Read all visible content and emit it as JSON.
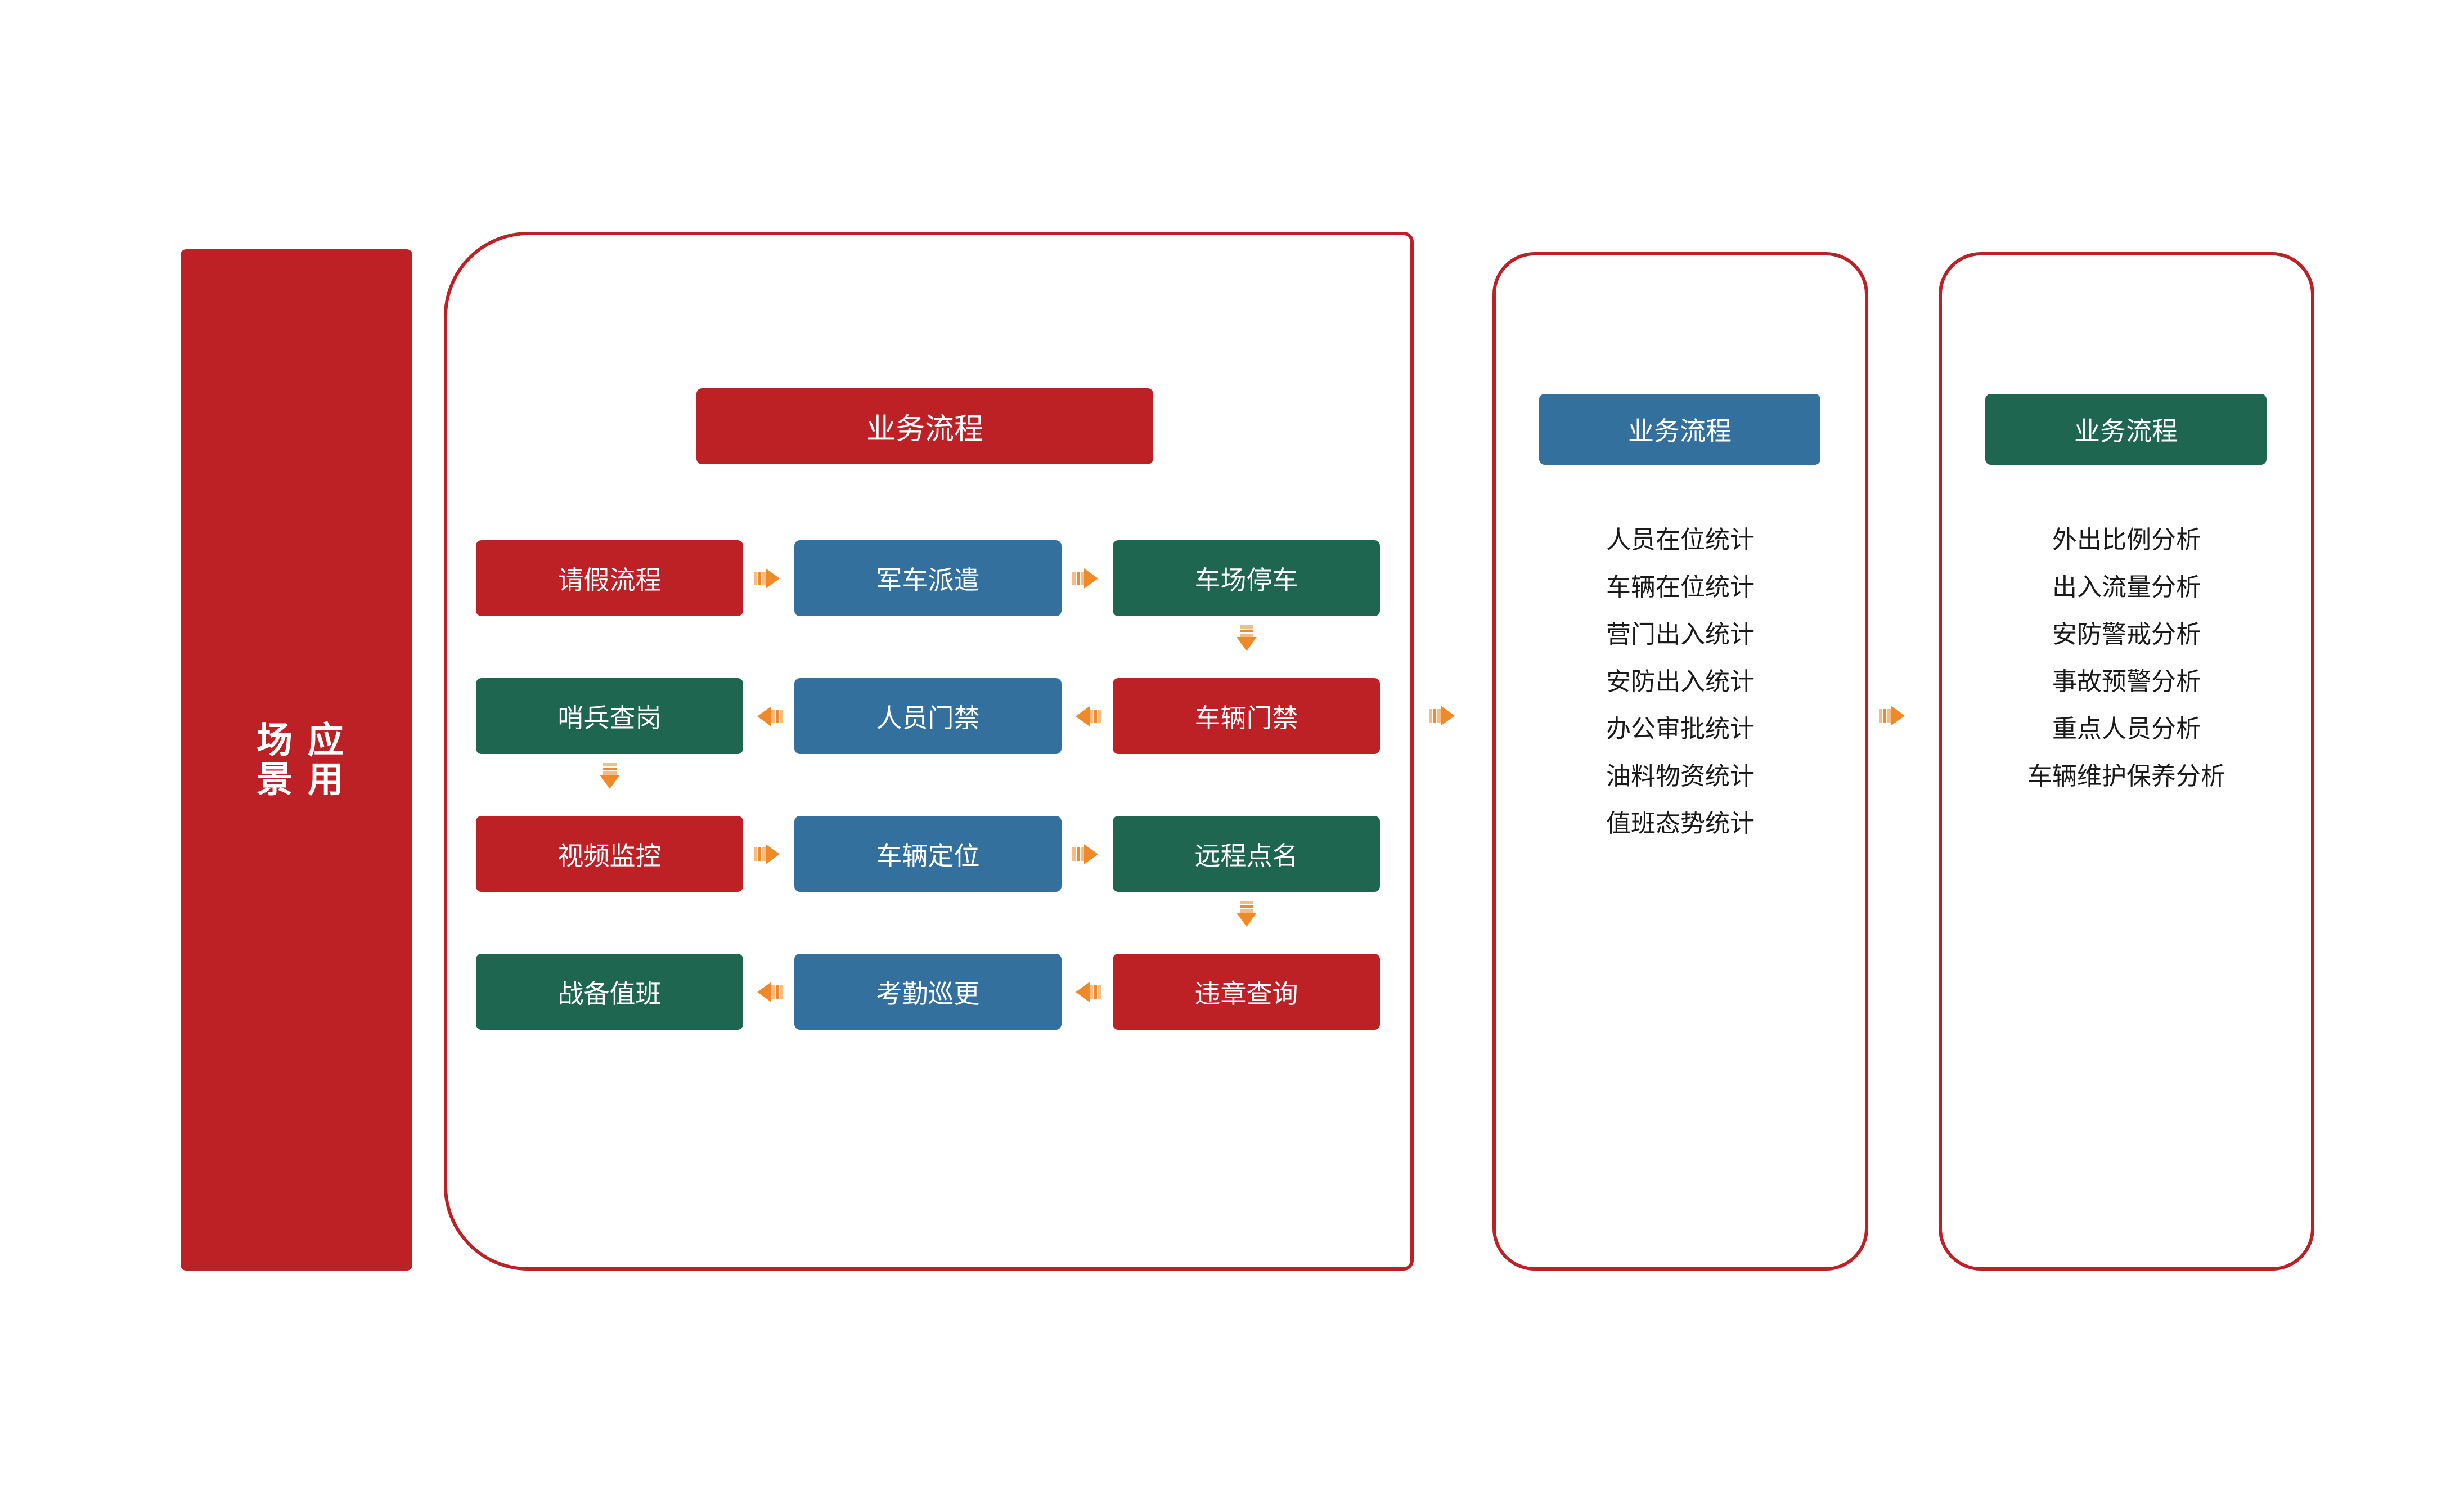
{
  "diagram": {
    "side_banner": {
      "label": "应用\n场景",
      "label_chars": "应用场景",
      "color": "#bd2025"
    },
    "colors": {
      "red": "#bd2025",
      "blue": "#33709e",
      "green": "#1f6650",
      "arrow_orange": "#f08a28",
      "arrow_orange_light": "#f7bc85",
      "background": "#ffffff",
      "text_dark": "#1a1a1a",
      "text_light": "#ffffff"
    },
    "flow_panel": {
      "title": "业务流程",
      "title_color": "#bd2025",
      "rows": [
        {
          "direction": "right",
          "cells": [
            {
              "label": "请假流程",
              "color": "red"
            },
            {
              "label": "军车派遣",
              "color": "blue"
            },
            {
              "label": "车场停车",
              "color": "green"
            }
          ]
        },
        {
          "direction": "left",
          "cells": [
            {
              "label": "哨兵查岗",
              "color": "green"
            },
            {
              "label": "人员门禁",
              "color": "blue"
            },
            {
              "label": "车辆门禁",
              "color": "red"
            }
          ]
        },
        {
          "direction": "right",
          "cells": [
            {
              "label": "视频监控",
              "color": "red"
            },
            {
              "label": "车辆定位",
              "color": "blue"
            },
            {
              "label": "远程点名",
              "color": "green"
            }
          ]
        },
        {
          "direction": "left",
          "cells": [
            {
              "label": "战备值班",
              "color": "green"
            },
            {
              "label": "考勤巡更",
              "color": "blue"
            },
            {
              "label": "违章查询",
              "color": "red"
            }
          ]
        }
      ],
      "vertical_links": [
        {
          "from": "车场停车",
          "to": "车辆门禁",
          "direction": "down",
          "column": "right"
        },
        {
          "from": "哨兵查岗",
          "to": "视频监控",
          "direction": "down",
          "column": "left"
        },
        {
          "from": "远程点名",
          "to": "违章查询",
          "direction": "down",
          "column": "right"
        }
      ]
    },
    "stats_panel": {
      "title": "业务流程",
      "title_color": "#33709e",
      "items": [
        "人员在位统计",
        "车辆在位统计",
        "营门出入统计",
        "安防出入统计",
        "办公审批统计",
        "油料物资统计",
        "值班态势统计"
      ]
    },
    "analysis_panel": {
      "title": "业务流程",
      "title_color": "#1f6650",
      "items": [
        "外出比例分析",
        "出入流量分析",
        "安防警戒分析",
        "事故预警分析",
        "重点人员分析",
        "车辆维护保养分析"
      ]
    },
    "panel_connectors": [
      {
        "from": "flow_panel",
        "to": "stats_panel",
        "direction": "right",
        "color": "#f08a28"
      },
      {
        "from": "stats_panel",
        "to": "analysis_panel",
        "direction": "right",
        "color": "#f08a28"
      }
    ]
  }
}
